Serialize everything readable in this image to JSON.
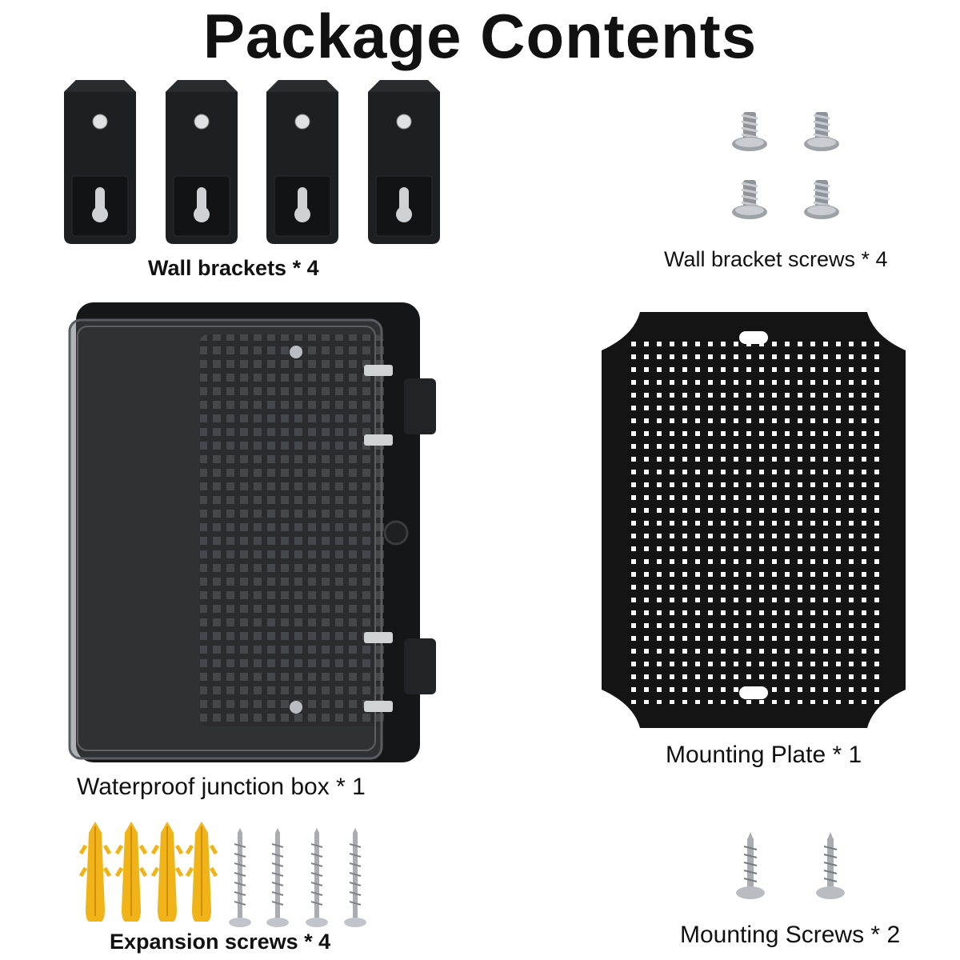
{
  "title": "Package Contents",
  "items": [
    {
      "id": "wall-brackets",
      "label": "Wall brackets * 4"
    },
    {
      "id": "wall-bracket-screws",
      "label": "Wall bracket screws * 4"
    },
    {
      "id": "junction-box",
      "label": "Waterproof junction box * 1"
    },
    {
      "id": "mounting-plate",
      "label": "Mounting Plate * 1"
    },
    {
      "id": "expansion-screws",
      "label": "Expansion screws * 4"
    },
    {
      "id": "mounting-screws",
      "label": "Mounting Screws * 2"
    }
  ],
  "colors": {
    "bracket": "#1e1f22",
    "box": "#151618",
    "plate": "#141414",
    "anchor": "#f0b419",
    "screw_metal": "#a9adb1"
  }
}
